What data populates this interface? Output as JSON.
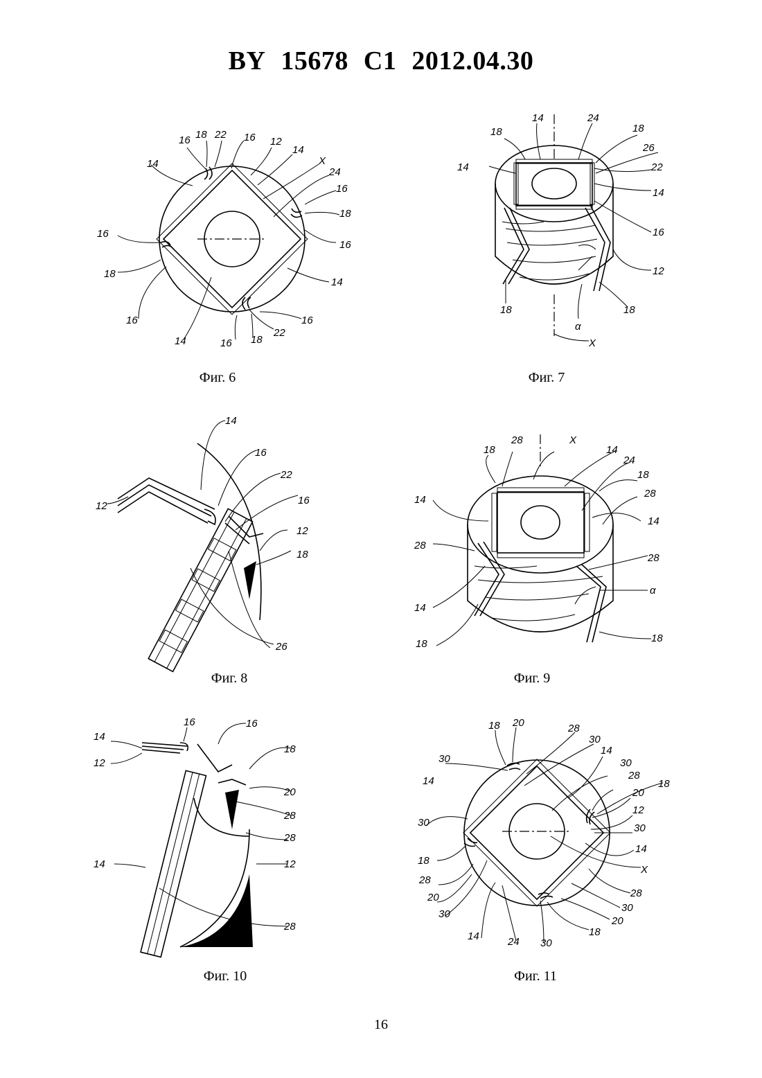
{
  "header": {
    "country": "BY",
    "number": "15678",
    "kind": "C1",
    "date": "2012.04.30"
  },
  "figures": [
    {
      "caption": "Фиг. 6",
      "labels": [
        "16",
        "18",
        "22",
        "16",
        "12",
        "14",
        "X",
        "14",
        "24",
        "16",
        "18",
        "16",
        "16",
        "18",
        "16",
        "14",
        "16",
        "18",
        "22",
        "16",
        "14"
      ]
    },
    {
      "caption": "Фиг. 7",
      "labels": [
        "14",
        "24",
        "18",
        "18",
        "26",
        "14",
        "22",
        "14",
        "16",
        "12",
        "18",
        "α",
        "18",
        "X"
      ]
    },
    {
      "caption": "Фиг. 8",
      "labels": [
        "14",
        "16",
        "22",
        "12",
        "16",
        "12",
        "18",
        "26"
      ]
    },
    {
      "caption": "Фиг. 9",
      "labels": [
        "28",
        "X",
        "18",
        "14",
        "24",
        "18",
        "28",
        "14",
        "14",
        "28",
        "28",
        "14",
        "α",
        "18",
        "18"
      ]
    },
    {
      "caption": "Фиг. 10",
      "labels": [
        "16",
        "16",
        "14",
        "12",
        "18",
        "20",
        "28",
        "28",
        "14",
        "12",
        "28"
      ]
    },
    {
      "caption": "Фиг. 11",
      "labels": [
        "18",
        "20",
        "28",
        "30",
        "30",
        "14",
        "14",
        "30",
        "28",
        "18",
        "20",
        "12",
        "30",
        "30",
        "14",
        "18",
        "X",
        "28",
        "28",
        "20",
        "30",
        "30",
        "20",
        "14",
        "24",
        "30",
        "18"
      ]
    }
  ],
  "page_number": "16"
}
